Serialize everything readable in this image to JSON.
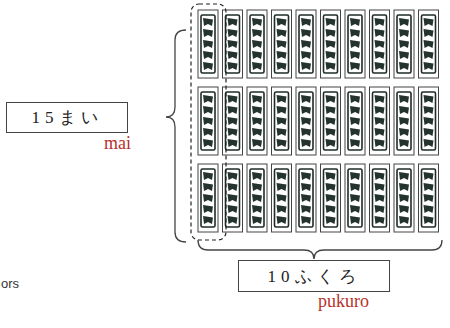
{
  "diagram": {
    "nodes": [
      {
        "text": [
          "15まい"
        ]
      },
      {
        "text": [
          "10ふくろ"
        ]
      }
    ],
    "labels": [
      "mai",
      "pukuro",
      "ors"
    ]
  }
}
